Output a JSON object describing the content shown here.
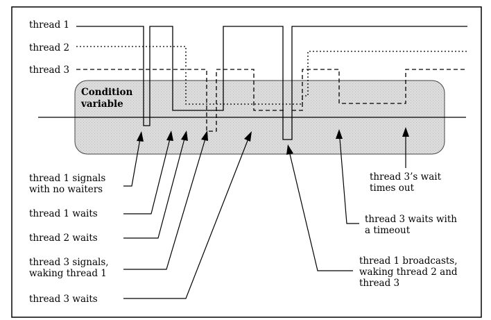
{
  "threads": {
    "t1": "thread 1",
    "t2": "thread 2",
    "t3": "thread 3"
  },
  "condition_variable": {
    "line1": "Condition",
    "line2": "variable"
  },
  "annotations": {
    "t1_signals": [
      "thread 1 signals",
      "with no waiters"
    ],
    "t1_waits": "thread 1 waits",
    "t2_waits": "thread 2 waits",
    "t3_signals": [
      "thread 3 signals,",
      "waking thread 1"
    ],
    "t3_waits": "thread 3 waits",
    "t1_broadcasts": [
      "thread 1 broadcasts,",
      "waking thread 2 and",
      "thread 3"
    ],
    "t3_waits_timeout": [
      "thread 3 waits with",
      "a timeout"
    ],
    "t3_times_out": [
      "thread 3’s wait",
      "times out"
    ]
  }
}
